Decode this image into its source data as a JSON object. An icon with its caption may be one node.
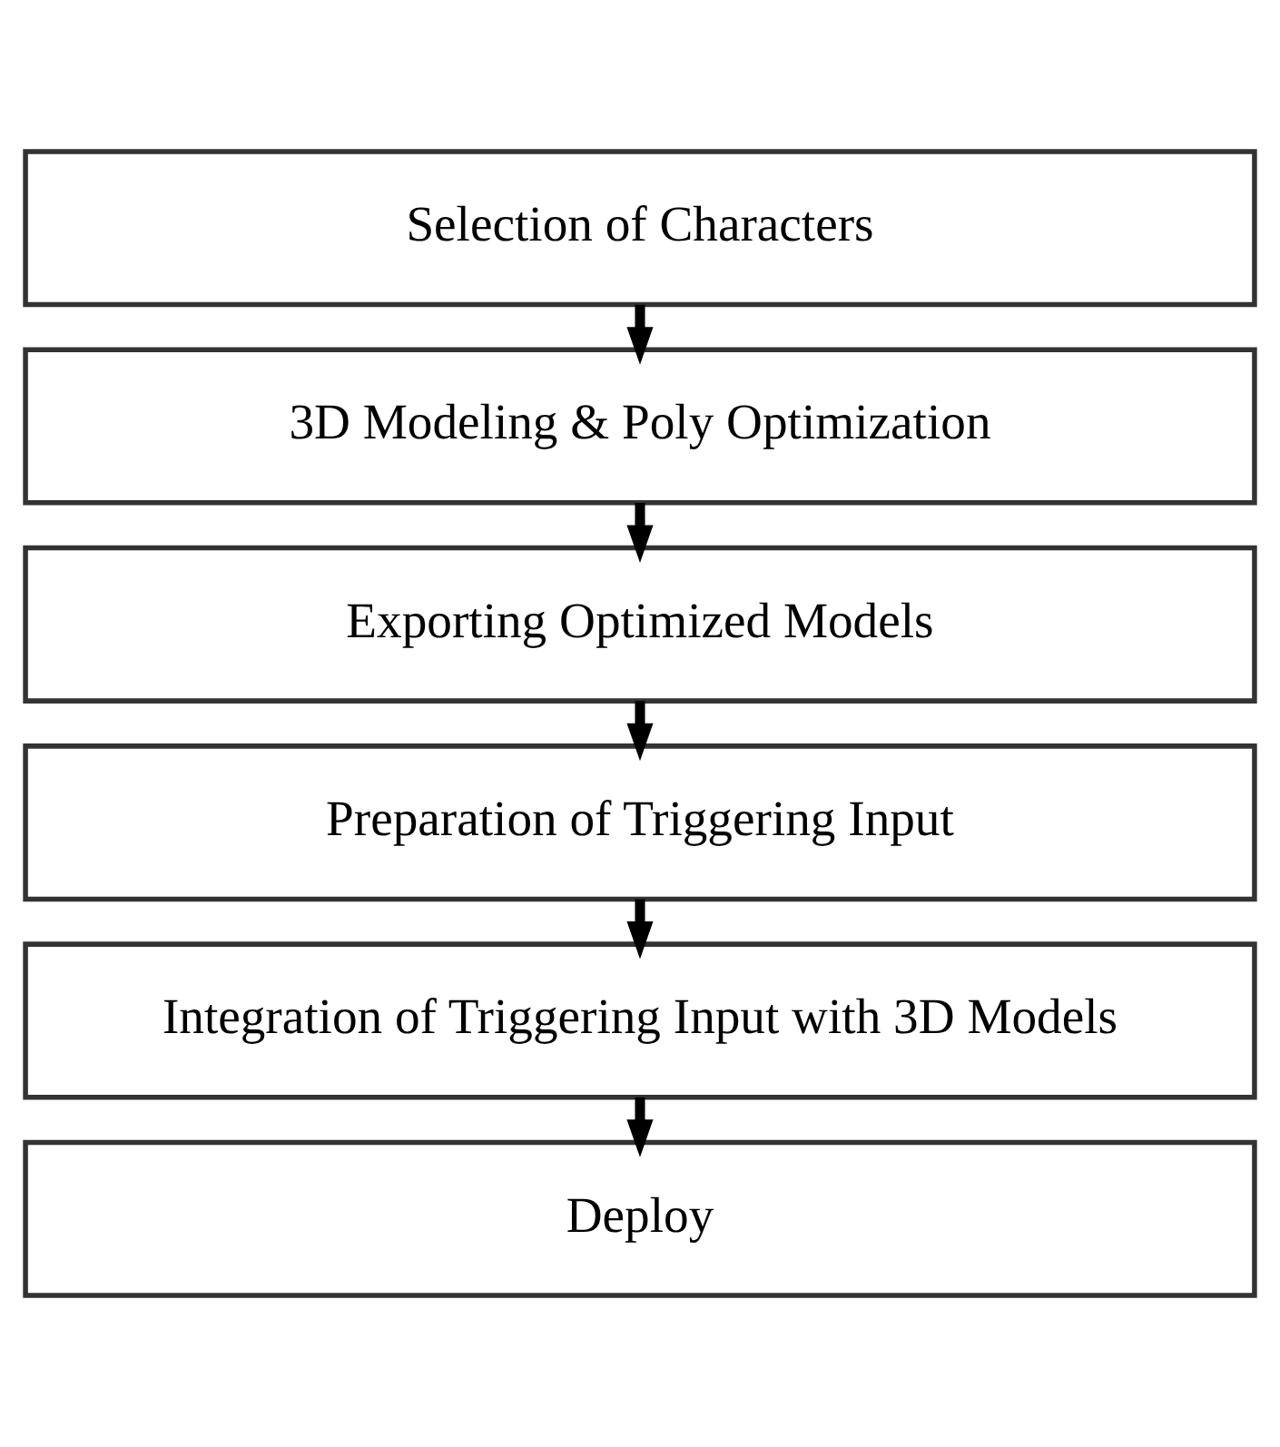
{
  "diagram": {
    "nodes": [
      {
        "text": [
          "Selection of Characters"
        ]
      },
      {
        "text": [
          "3D Modeling & Poly Optimization"
        ]
      },
      {
        "text": [
          "Exporting Optimized Models"
        ]
      },
      {
        "text": [
          "Preparation of Triggering Input"
        ]
      },
      {
        "text": [
          "Integration of Triggering Input with 3D Models"
        ]
      },
      {
        "text": [
          "Deploy"
        ]
      }
    ],
    "edges": [
      {
        "from": 0,
        "to": 1,
        "arrow": "to"
      },
      {
        "from": 1,
        "to": 2,
        "arrow": "to"
      },
      {
        "from": 2,
        "to": 3,
        "arrow": "to"
      },
      {
        "from": 3,
        "to": 4,
        "arrow": "to"
      },
      {
        "from": 4,
        "to": 5,
        "arrow": "to"
      }
    ]
  }
}
